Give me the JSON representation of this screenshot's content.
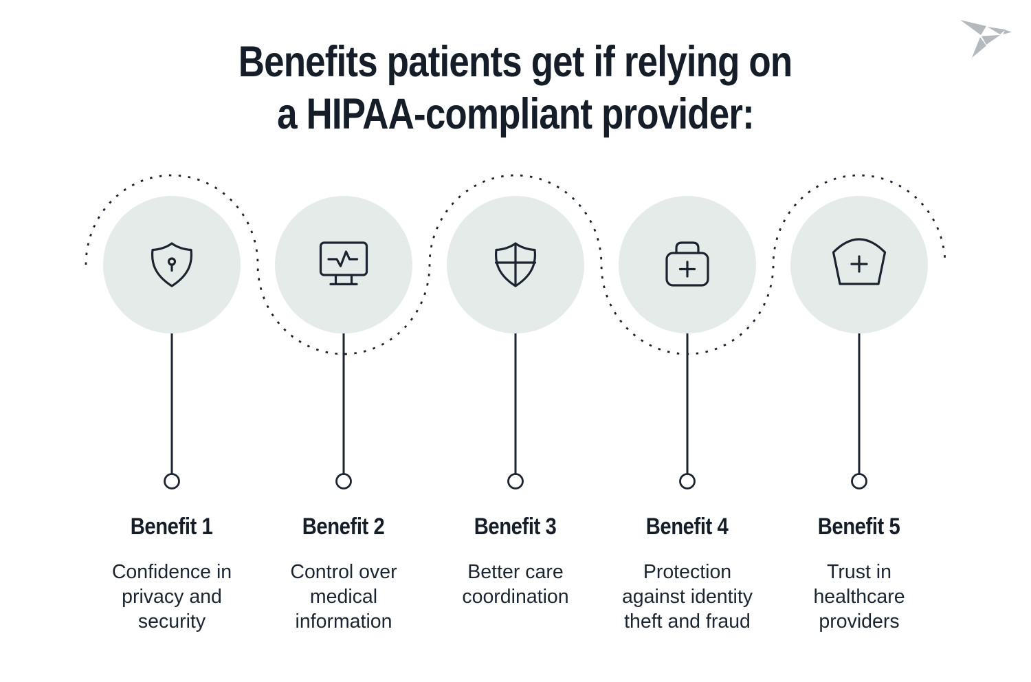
{
  "page": {
    "background_color": "#ffffff",
    "ink_color": "#1a232e",
    "circle_fill_color": "#e5ebe9",
    "logo_color": "#b4b9bd"
  },
  "title": {
    "line1": "Benefits patients get if relying on",
    "line2": "a HIPAA-compliant provider:"
  },
  "logo": {
    "name": "origami-bird-logo"
  },
  "benefits": [
    {
      "label": "Benefit 1",
      "icon": "shield-keyhole-icon",
      "description_lines": [
        "Confidence in",
        "privacy and",
        "security"
      ]
    },
    {
      "label": "Benefit 2",
      "icon": "monitor-pulse-icon",
      "description_lines": [
        "Control over",
        "medical",
        "information"
      ]
    },
    {
      "label": "Benefit 3",
      "icon": "shield-cross-icon",
      "description_lines": [
        "Better care",
        "coordination"
      ]
    },
    {
      "label": "Benefit 4",
      "icon": "medical-bag-icon",
      "description_lines": [
        "Protection",
        "against identity",
        "theft and fraud"
      ]
    },
    {
      "label": "Benefit 5",
      "icon": "nurse-cap-icon",
      "description_lines": [
        "Trust in",
        "healthcare",
        "providers"
      ]
    }
  ]
}
